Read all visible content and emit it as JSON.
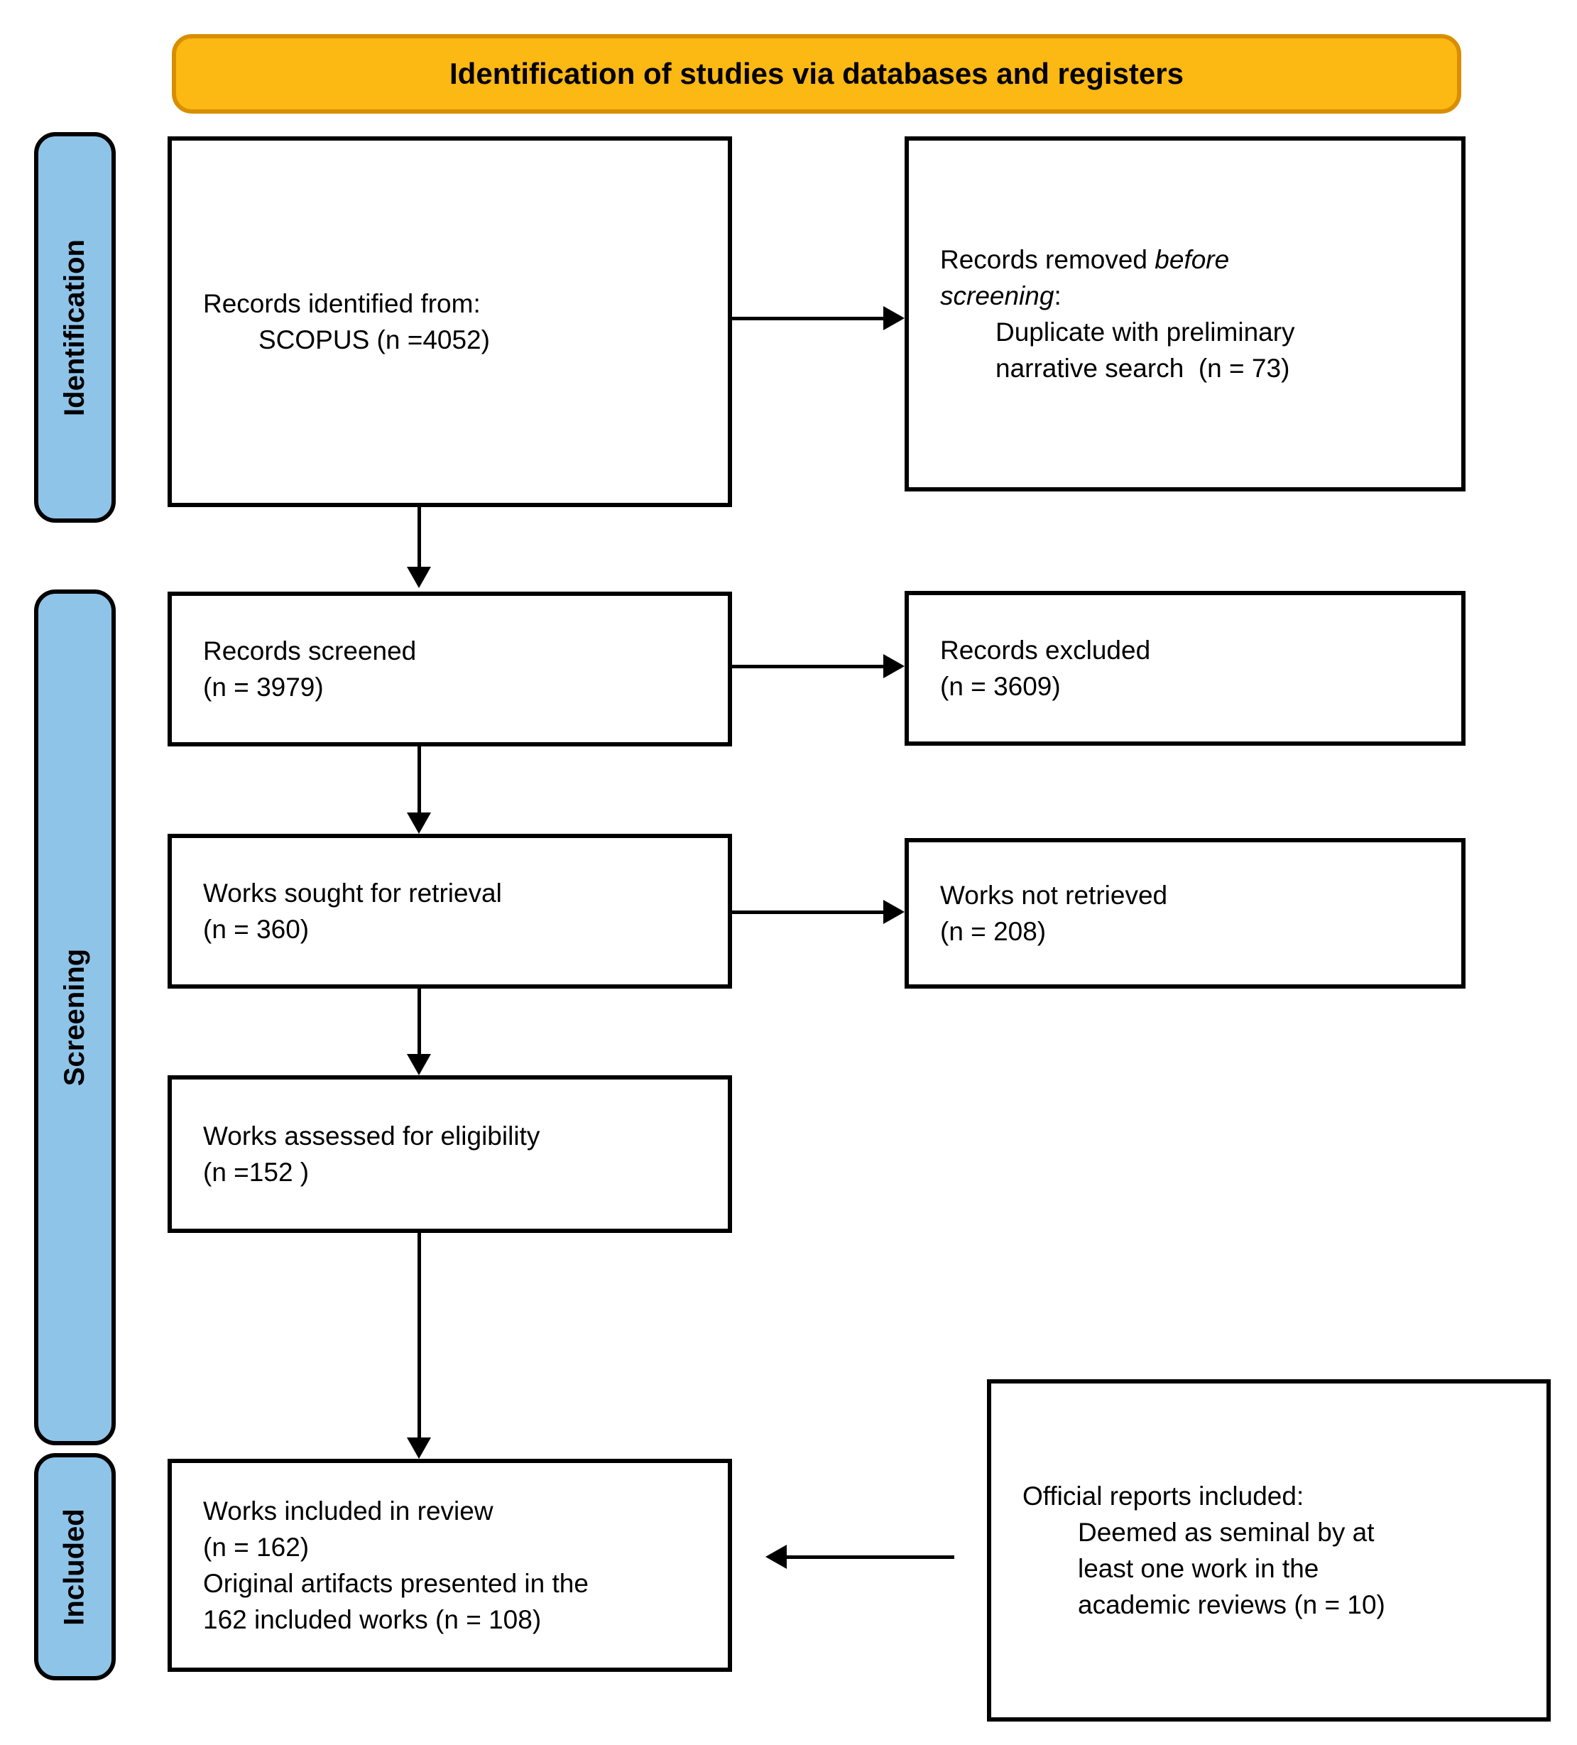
{
  "figure": {
    "type": "prisma-flow-diagram",
    "banner": {
      "label": "Identification of studies via databases and registers"
    },
    "colors": {
      "banner_fill": "#FCB813",
      "banner_border": "#D98E00",
      "stage_fill": "#8FC4E9",
      "box_border": "#000000",
      "background": "#FFFFFF"
    },
    "stage_labels": [
      {
        "id": "identification",
        "label": "Identification"
      },
      {
        "id": "screening",
        "label": "Screening"
      },
      {
        "id": "included",
        "label": "Included"
      }
    ],
    "boxes": {
      "records_identified": {
        "line1": "Records identified from:",
        "line2_indent": "SCOPUS (n =4052)"
      },
      "records_removed": {
        "line1_normal": "Records removed ",
        "line1_italic": "before\nscreening",
        "line1_suffix": ":",
        "line2_indent": "Duplicate with preliminary\nnarrative search  (n = 73)"
      },
      "records_screened": {
        "text": "Records screened\n(n = 3979)"
      },
      "records_excluded": {
        "text": "Records excluded\n(n = 3609)"
      },
      "works_sought": {
        "text": "Works sought for retrieval\n(n = 360)"
      },
      "works_not_retrieved": {
        "text": "Works not retrieved\n(n = 208)"
      },
      "works_assessed": {
        "text": "Works assessed for eligibility\n(n =152 )"
      },
      "works_included": {
        "text": "Works included in review\n(n = 162)\nOriginal artifacts presented in the\n162 included works (n = 108)"
      },
      "official_reports": {
        "line1": "Official reports included:",
        "line2_indent": "Deemed as seminal by at\nleast one work in the\nacademic reviews (n = 10)"
      }
    }
  }
}
